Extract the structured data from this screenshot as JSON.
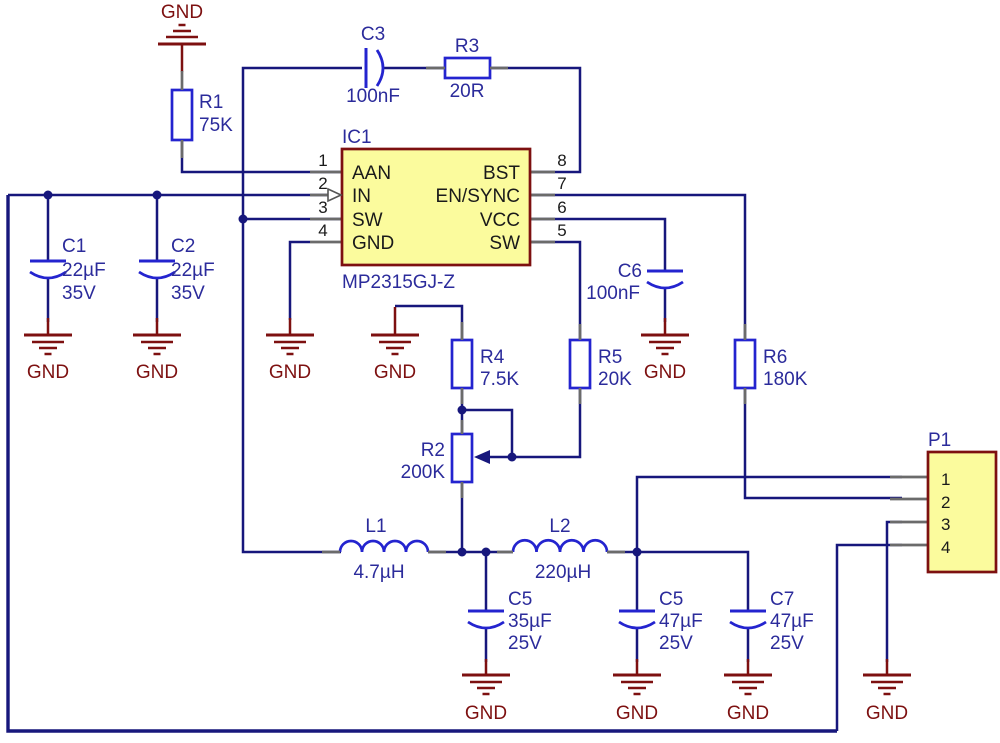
{
  "labels": {
    "gnd": "GND"
  },
  "colors": {
    "wire": "#17177c",
    "component": "#2424cf",
    "label": "#2b2b9b",
    "gnd": "#7d1010",
    "ic_fill": "#fbfb9d",
    "ic_border": "#7d1010",
    "stub": "#6b6b6b",
    "pin_number": "#1a1a1a"
  },
  "components": {
    "ic": {
      "ref": "IC1",
      "part": "MP2315GJ-Z",
      "pins_left": [
        {
          "num": "1",
          "name": "AAN"
        },
        {
          "num": "2",
          "name": "IN"
        },
        {
          "num": "3",
          "name": "SW"
        },
        {
          "num": "4",
          "name": "GND"
        }
      ],
      "pins_right": [
        {
          "num": "8",
          "name": "BST"
        },
        {
          "num": "7",
          "name": "EN/SYNC"
        },
        {
          "num": "6",
          "name": "VCC"
        },
        {
          "num": "5",
          "name": "SW"
        }
      ]
    },
    "p1": {
      "ref": "P1",
      "pins": [
        "1",
        "2",
        "3",
        "4"
      ]
    },
    "r1": {
      "ref": "R1",
      "value": "75K"
    },
    "r2": {
      "ref": "R2",
      "value": "200K"
    },
    "r3": {
      "ref": "R3",
      "value": "20R"
    },
    "r4": {
      "ref": "R4",
      "value": "7.5K"
    },
    "r5": {
      "ref": "R5",
      "value": "20K"
    },
    "r6": {
      "ref": "R6",
      "value": "180K"
    },
    "c1": {
      "ref": "C1",
      "value": "22µF",
      "voltage": "35V"
    },
    "c2": {
      "ref": "C2",
      "value": "22µF",
      "voltage": "35V"
    },
    "c3": {
      "ref": "C3",
      "value": "100nF"
    },
    "c6": {
      "ref": "C6",
      "value": "100nF"
    },
    "c5a": {
      "ref": "C5",
      "value": "35µF",
      "voltage": "25V"
    },
    "c5b": {
      "ref": "C5",
      "value": "47µF",
      "voltage": "25V"
    },
    "c7": {
      "ref": "C7",
      "value": "47µF",
      "voltage": "25V"
    },
    "l1": {
      "ref": "L1",
      "value": "4.7µH"
    },
    "l2": {
      "ref": "L2",
      "value": "220µH"
    }
  }
}
